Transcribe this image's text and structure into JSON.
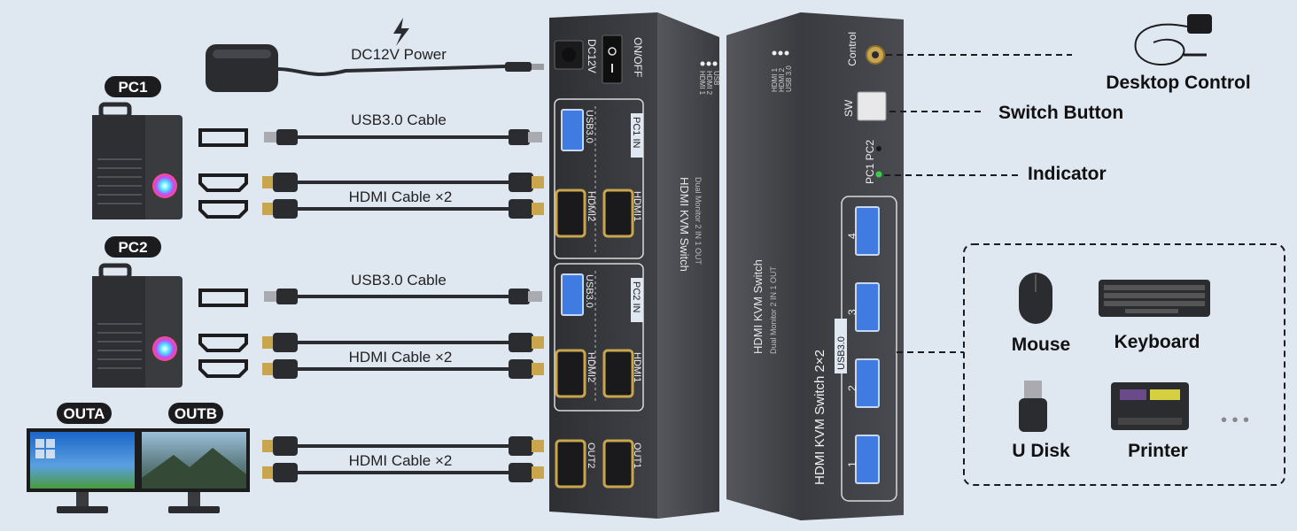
{
  "power": {
    "label": "DC12V Power"
  },
  "pc1": {
    "badge": "PC1",
    "usb_cable": "USB3.0 Cable",
    "hdmi_cable": "HDMI Cable ×2"
  },
  "pc2": {
    "badge": "PC2",
    "usb_cable": "USB3.0 Cable",
    "hdmi_cable": "HDMI Cable ×2"
  },
  "outputs": {
    "badge_a": "OUTA",
    "badge_b": "OUTB",
    "hdmi_cable": "HDMI Cable ×2"
  },
  "rear_panel": {
    "power_label": "DC12V",
    "switch_label": "ON/OFF",
    "pc1_group": "PC1 IN",
    "pc2_group": "PC2 IN",
    "usb_label": "USB3.0",
    "hdmi2_label": "HDMI2",
    "hdmi1_label": "HDMI1",
    "out2_label": "OUT2",
    "out1_label": "OUT1",
    "leds": [
      "HDMI 1",
      "HDMI 2",
      "USB"
    ],
    "title": "HDMI KVM Switch",
    "subtitle": "Dual Monitor 2 IN 1 OUT"
  },
  "front_panel": {
    "control_label": "Control",
    "sw_label": "SW",
    "pc_indicator_label": "PC1 PC2",
    "title": "HDMI KVM Switch",
    "subtitle": "Dual Monitor 2 IN 1 OUT",
    "product_name": "HDMI KVM Switch 2×2",
    "usb_badge": "USB3.0",
    "port_numbers": [
      "4",
      "3",
      "2",
      "1"
    ],
    "leds": [
      "HDMI 1",
      "HDMI 2",
      "USB 3.0"
    ]
  },
  "callouts": {
    "desktop_control": "Desktop Control",
    "switch_button": "Switch Button",
    "indicator": "Indicator"
  },
  "peripherals": {
    "mouse": "Mouse",
    "keyboard": "Keyboard",
    "udisk": "U Disk",
    "printer": "Printer",
    "more": "• • •"
  },
  "colors": {
    "background": "#dfe7f1",
    "device": "#3f4044",
    "port_blue": "#3f7be0",
    "hdmi_gold": "#c9a64d",
    "led_green": "#35d04a"
  }
}
